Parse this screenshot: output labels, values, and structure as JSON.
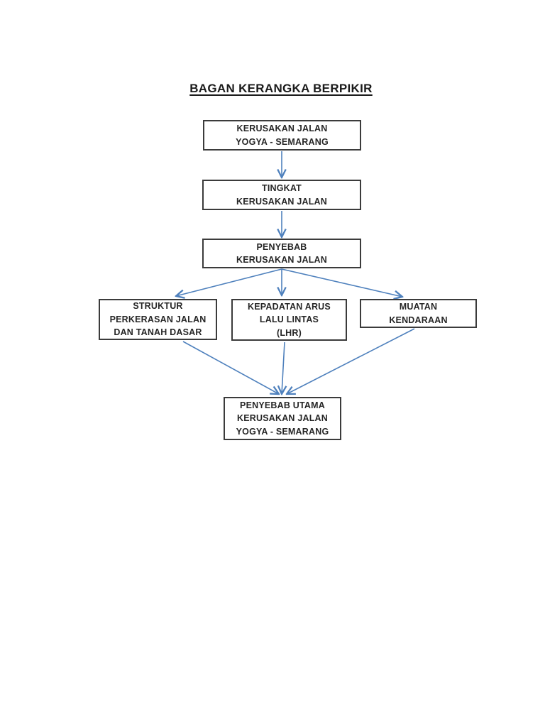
{
  "diagram": {
    "title": "BAGAN KERANGKA BERPIKIR",
    "colors": {
      "arrow": "#4f81bd",
      "box_border": "#3b3b3b",
      "text": "#262626",
      "background": "#ffffff"
    },
    "nodes": [
      {
        "id": "kerusakan-jalan",
        "lines": [
          "KERUSAKAN JALAN",
          "YOGYA - SEMARANG"
        ]
      },
      {
        "id": "tingkat-kerusakan",
        "lines": [
          "TINGKAT",
          "KERUSAKAN JALAN"
        ]
      },
      {
        "id": "penyebab-kerusakan",
        "lines": [
          "PENYEBAB",
          "KERUSAKAN JALAN"
        ]
      },
      {
        "id": "struktur-perkerasan",
        "lines": [
          "STRUKTUR",
          "PERKERASAN JALAN",
          "DAN TANAH DASAR"
        ]
      },
      {
        "id": "kepadatan-arus",
        "lines": [
          "KEPADATAN ARUS",
          "LALU LINTAS",
          "(LHR)"
        ]
      },
      {
        "id": "muatan-kendaraan",
        "lines": [
          "MUATAN",
          "KENDARAAN"
        ]
      },
      {
        "id": "penyebab-utama",
        "lines": [
          "PENYEBAB UTAMA",
          "KERUSAKAN JALAN",
          "YOGYA - SEMARANG"
        ]
      }
    ],
    "edges": [
      {
        "from": "kerusakan-jalan",
        "to": "tingkat-kerusakan"
      },
      {
        "from": "tingkat-kerusakan",
        "to": "penyebab-kerusakan"
      },
      {
        "from": "penyebab-kerusakan",
        "to": "struktur-perkerasan"
      },
      {
        "from": "penyebab-kerusakan",
        "to": "kepadatan-arus"
      },
      {
        "from": "penyebab-kerusakan",
        "to": "muatan-kendaraan"
      },
      {
        "from": "struktur-perkerasan",
        "to": "penyebab-utama"
      },
      {
        "from": "kepadatan-arus",
        "to": "penyebab-utama"
      },
      {
        "from": "muatan-kendaraan",
        "to": "penyebab-utama"
      }
    ]
  }
}
